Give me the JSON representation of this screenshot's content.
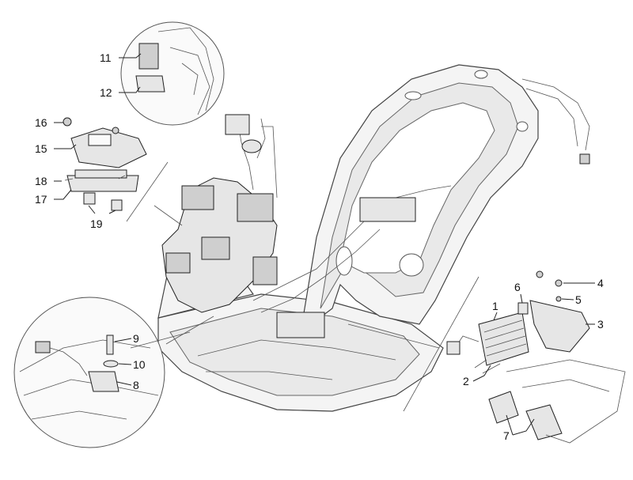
{
  "callouts": [
    {
      "id": "c1",
      "label": "1"
    },
    {
      "id": "c2",
      "label": "2"
    },
    {
      "id": "c3",
      "label": "3"
    },
    {
      "id": "c4",
      "label": "4"
    },
    {
      "id": "c5",
      "label": "5"
    },
    {
      "id": "c6",
      "label": "6"
    },
    {
      "id": "c7",
      "label": "7"
    },
    {
      "id": "c8",
      "label": "8"
    },
    {
      "id": "c9",
      "label": "9"
    },
    {
      "id": "c10",
      "label": "10"
    },
    {
      "id": "c11",
      "label": "11"
    },
    {
      "id": "c12",
      "label": "12"
    },
    {
      "id": "c15",
      "label": "15"
    },
    {
      "id": "c16",
      "label": "16"
    },
    {
      "id": "c17",
      "label": "17"
    },
    {
      "id": "c18",
      "label": "18"
    },
    {
      "id": "c19",
      "label": "19"
    }
  ]
}
